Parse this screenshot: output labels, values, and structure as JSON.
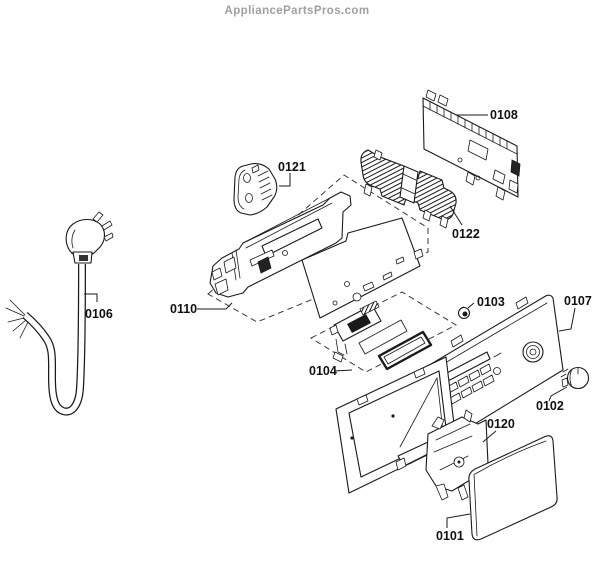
{
  "header": {
    "brand": "AppliancePartsPros.com"
  },
  "colors": {
    "background": "#ffffff",
    "line": "#1a1a1a",
    "label_text": "#111111",
    "header_text": "#a0a0a0",
    "dashed_line": "#3a3a3a"
  },
  "diagram": {
    "type": "exploded-parts-diagram",
    "subject": "washer control panel assembly"
  },
  "parts": [
    {
      "id": "0108",
      "label": "0108"
    },
    {
      "id": "0121",
      "label": "0121"
    },
    {
      "id": "0122",
      "label": "0122"
    },
    {
      "id": "0106",
      "label": "0106"
    },
    {
      "id": "0110",
      "label": "0110"
    },
    {
      "id": "0103",
      "label": "0103"
    },
    {
      "id": "0107",
      "label": "0107"
    },
    {
      "id": "0104",
      "label": "0104"
    },
    {
      "id": "0102",
      "label": "0102"
    },
    {
      "id": "0120",
      "label": "0120"
    },
    {
      "id": "0101",
      "label": "0101"
    }
  ]
}
